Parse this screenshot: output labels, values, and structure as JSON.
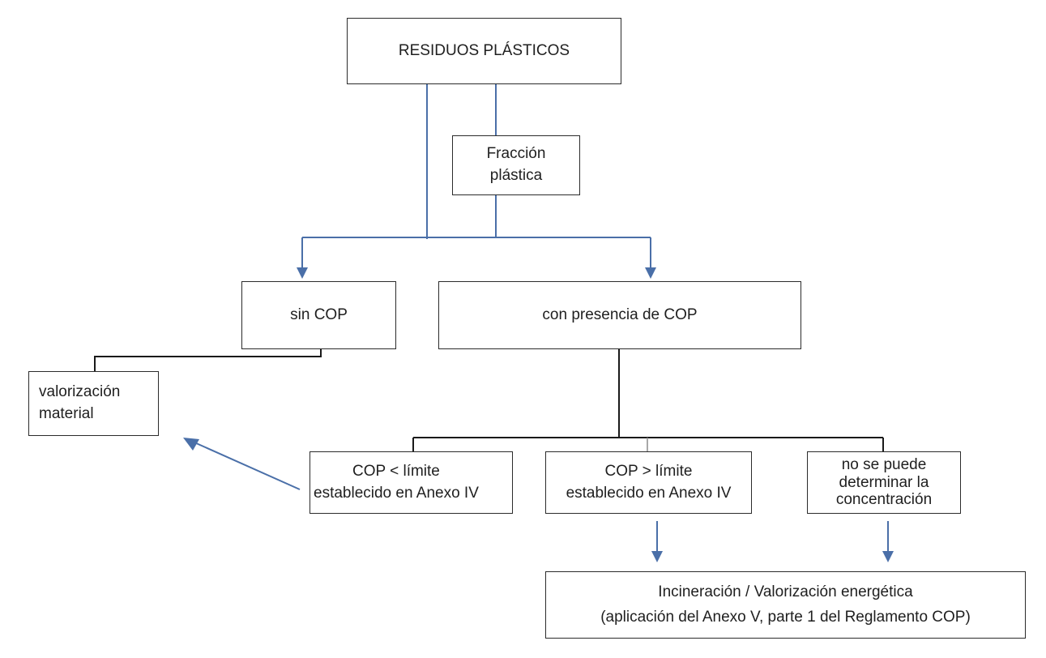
{
  "nodes": {
    "residuos": {
      "lines": [
        "RESIDUOS PLÁSTICOS"
      ]
    },
    "fraccion": {
      "lines": [
        "Fracción",
        "plástica"
      ]
    },
    "sin_cop": {
      "lines": [
        "sin COP"
      ]
    },
    "con_cop": {
      "lines": [
        "con presencia de COP"
      ]
    },
    "valorizacion_material": {
      "lines": [
        "valorización",
        "material"
      ]
    },
    "cop_menor": {
      "lines": [
        "COP < límite",
        "establecido en Anexo IV"
      ]
    },
    "cop_mayor": {
      "lines": [
        "COP > límite",
        "establecido en Anexo IV"
      ]
    },
    "no_determinar": {
      "lines": [
        "no se puede",
        "determinar la",
        "concentración"
      ]
    },
    "incineracion": {
      "lines": [
        "Incineración / Valorización energética",
        "(aplicación del Anexo V, parte 1 del Reglamento COP)"
      ]
    }
  },
  "colors": {
    "connector_dark": "#1a1a1a",
    "connector_blue": "#4a6fa8",
    "box_border": "#2b2b2b"
  }
}
